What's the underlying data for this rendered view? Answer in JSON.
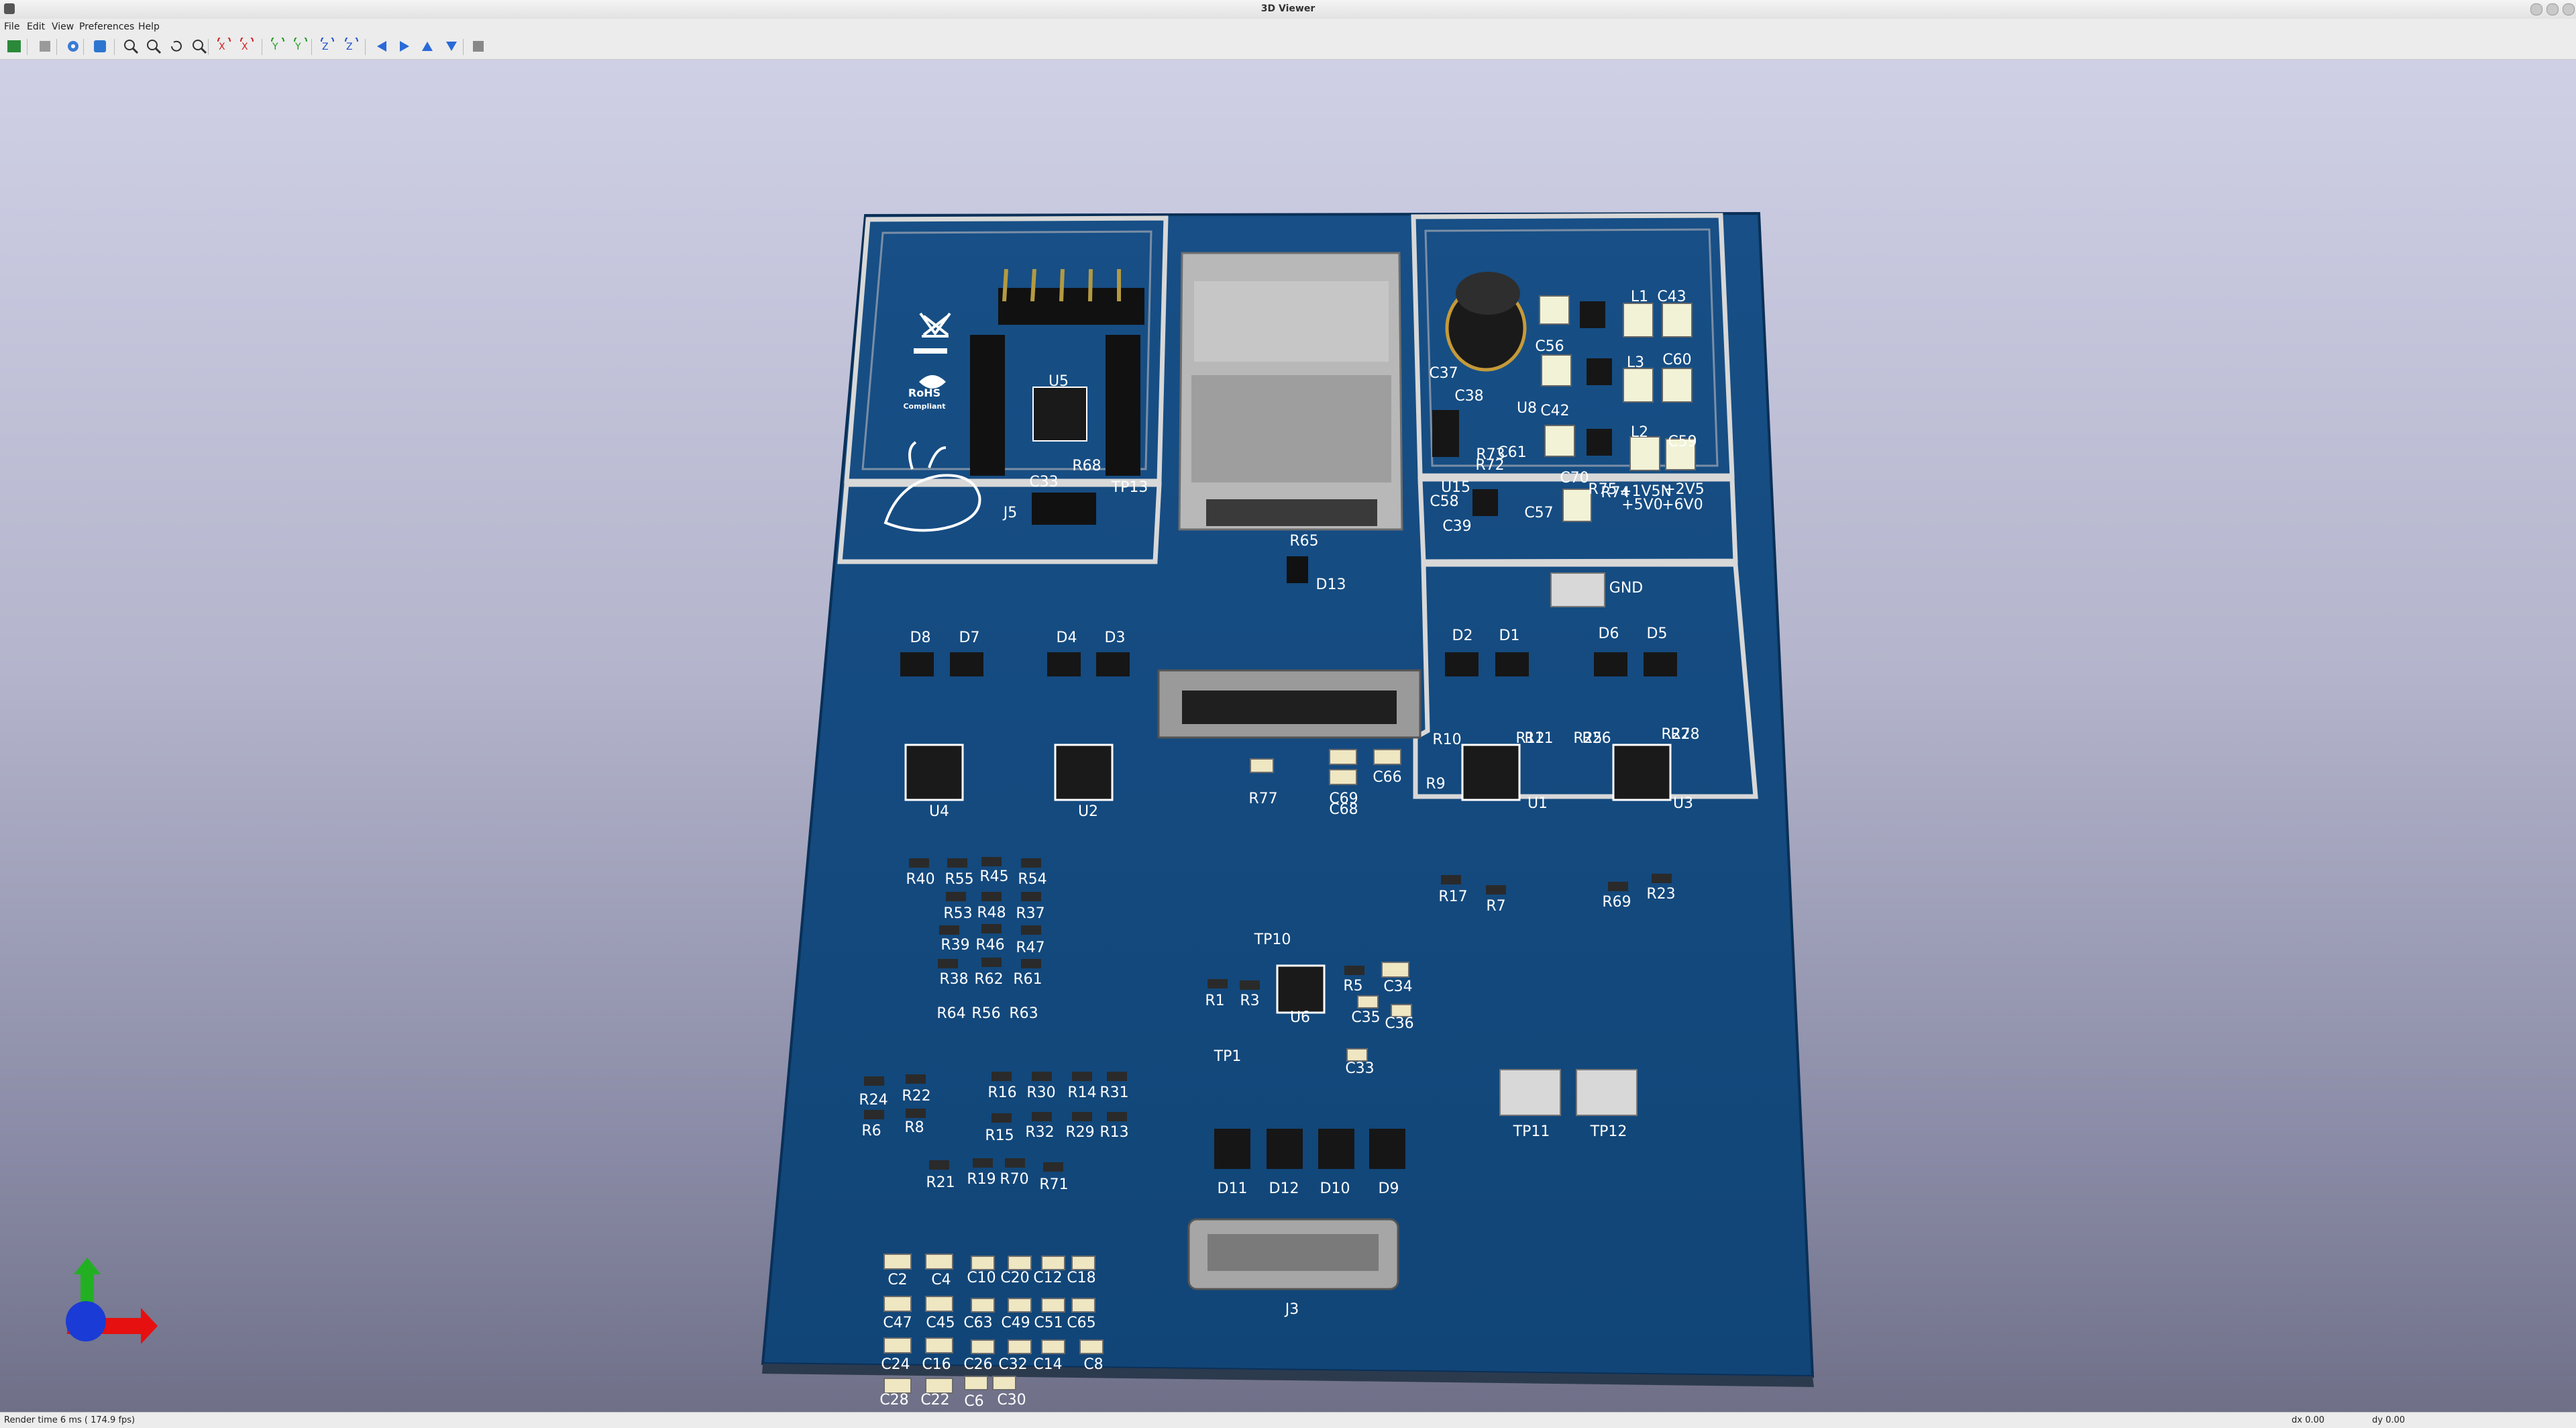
{
  "window": {
    "title": "3D Viewer"
  },
  "menu": [
    "File",
    "Edit",
    "View",
    "Preferences",
    "Help"
  ],
  "toolbar": {
    "icons": [
      "reload-board-icon",
      "copy-image-icon",
      "render-options-icon",
      "raytrace-icon",
      "zoom-in-icon",
      "zoom-out-icon",
      "redraw-icon",
      "zoom-fit-icon",
      "rotate-x-cw-icon",
      "rotate-x-ccw-icon",
      "rotate-y-cw-icon",
      "rotate-y-ccw-icon",
      "rotate-z-cw-icon",
      "rotate-z-ccw-icon",
      "pan-left-icon",
      "pan-right-icon",
      "pan-up-icon",
      "pan-down-icon",
      "toggle-ortho-icon"
    ]
  },
  "board": {
    "labels": [
      "U5",
      "R68",
      "C33",
      "J5",
      "TP13",
      "R65",
      "D13",
      "C37",
      "C38",
      "U8",
      "C42",
      "L1",
      "L2",
      "L3",
      "C43",
      "C56",
      "C60",
      "C59",
      "C70",
      "C57",
      "C58",
      "C39",
      "U15",
      "R73",
      "R72",
      "C61",
      "R75",
      "R74",
      "+1V5N",
      "+2V5",
      "+5V0",
      "+6V0",
      "GND",
      "D8",
      "D7",
      "D4",
      "D3",
      "D2",
      "D1",
      "D6",
      "D5",
      "U4",
      "U2",
      "U1",
      "U3",
      "R77",
      "C69",
      "C68",
      "C66",
      "R10",
      "R9",
      "R12",
      "R11",
      "R25",
      "R26",
      "R27",
      "R28",
      "R40",
      "R55",
      "R45",
      "R54",
      "R53",
      "R48",
      "R37",
      "R39",
      "R46",
      "R47",
      "R38",
      "R62",
      "R61",
      "R64",
      "R56",
      "R63",
      "R17",
      "R7",
      "R69",
      "R23",
      "TP10",
      "R1",
      "R3",
      "U6",
      "R5",
      "C34",
      "C35",
      "C36",
      "TP1",
      "C33",
      "R24",
      "R22",
      "R6",
      "R8",
      "R16",
      "R30",
      "R14",
      "R31",
      "R15",
      "R32",
      "R29",
      "R13",
      "R21",
      "R19",
      "R70",
      "R71",
      "TP11",
      "TP12",
      "D11",
      "D12",
      "D10",
      "D9",
      "J3",
      "C2",
      "C4",
      "C10",
      "C20",
      "C12",
      "C18",
      "C47",
      "C45",
      "C63",
      "C49",
      "C51",
      "C65",
      "C24",
      "C16",
      "C26",
      "C32",
      "C14",
      "C8",
      "C28",
      "C22",
      "C6",
      "C30"
    ],
    "logo_text": [
      "RoHS",
      "Compliant"
    ],
    "colors": {
      "board": "#0f4d84",
      "silk": "#ffffff",
      "chip": "#1a1a1a",
      "metal": "#a8a8a8"
    }
  },
  "status": {
    "render": "Render time 6 ms ( 174.9 fps)",
    "dx": "dx 0.00",
    "dy": "dy 0.00"
  }
}
